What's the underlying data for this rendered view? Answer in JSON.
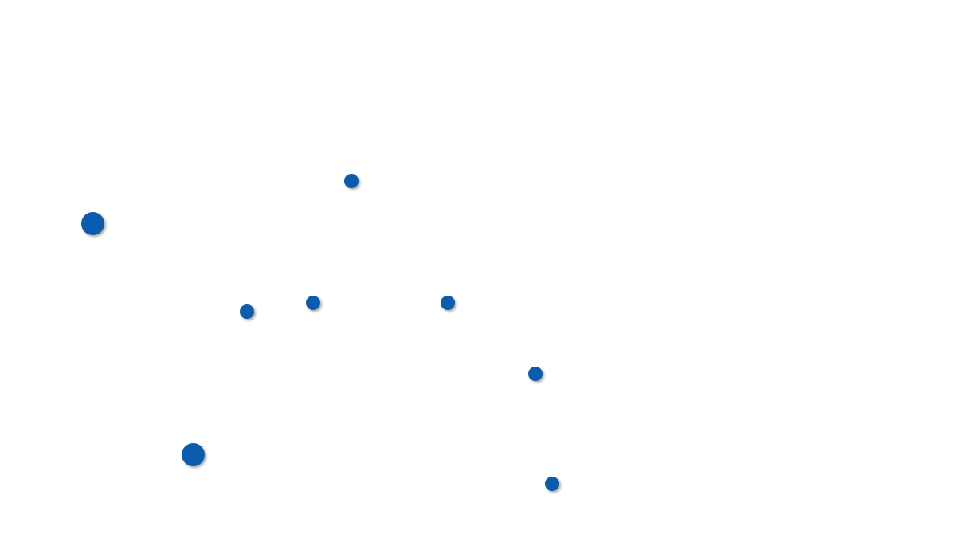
{
  "colors": {
    "background": "#ffffff",
    "dot": "#0b5cad"
  },
  "dots": [
    {
      "id": "dot-1",
      "size": "large"
    },
    {
      "id": "dot-2",
      "size": "small"
    },
    {
      "id": "dot-3",
      "size": "small"
    },
    {
      "id": "dot-4",
      "size": "small"
    },
    {
      "id": "dot-5",
      "size": "small"
    },
    {
      "id": "dot-6",
      "size": "small"
    },
    {
      "id": "dot-7",
      "size": "large"
    },
    {
      "id": "dot-8",
      "size": "small"
    }
  ]
}
